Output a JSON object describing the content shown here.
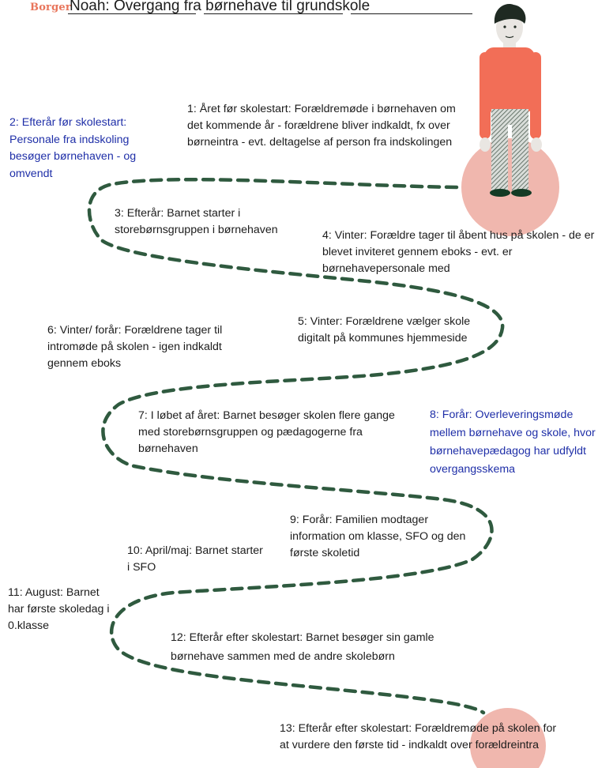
{
  "header": {
    "brand": "Borger",
    "title": "Noah: Overgang fra børnehave til grundskole"
  },
  "colors": {
    "path": "#2f5a3f",
    "circle": "#f0b7ae",
    "shirt": "#f26e57",
    "text_blue": "#1f2fa8",
    "brand": "#e8745a"
  },
  "steps": [
    {
      "text": "1: Året før skolestart: Forældremøde i børnehaven om det kommende år - forældrene bliver indkaldt, fx over børneintra - evt. deltagelse af person fra indskolingen"
    },
    {
      "text": "2: Efterår før skolestart: Personale fra indskoling besøger børnehaven - og omvendt"
    },
    {
      "text": "3: Efterår: Barnet starter i storebørnsgruppen i børnehaven"
    },
    {
      "text": "4: Vinter: Forældre tager til åbent hus på skolen - de er blevet inviteret gennem eboks - evt. er børnehavepersonale med"
    },
    {
      "text": "5: Vinter: Forældrene vælger skole digitalt på kommunes hjemmeside"
    },
    {
      "text": "6: Vinter/ forår: Forældrene tager til intromøde på skolen - igen indkaldt gennem eboks"
    },
    {
      "text": "7: I løbet af året: Barnet besøger skolen flere gange med storebørnsgruppen og pædagogerne fra børnehaven"
    },
    {
      "text": "8: Forår: Overleveringsmøde mellem børnehave og skole, hvor børnehavepædagog har udfyldt overgangsskema"
    },
    {
      "text": "9: Forår: Familien modtager information om klasse, SFO og den første skoletid"
    },
    {
      "text": "10: April/maj: Barnet starter i SFO"
    },
    {
      "text": "11: August: Barnet har første skoledag i 0.klasse"
    },
    {
      "text": "12: Efterår efter skolestart: Barnet besøger sin gamle børnehave sammen med de andre skolebørn"
    },
    {
      "text": "13: Efterår efter skolestart: Forældremøde på skolen for at vurdere den første tid - indkaldt over forældreintra"
    }
  ]
}
